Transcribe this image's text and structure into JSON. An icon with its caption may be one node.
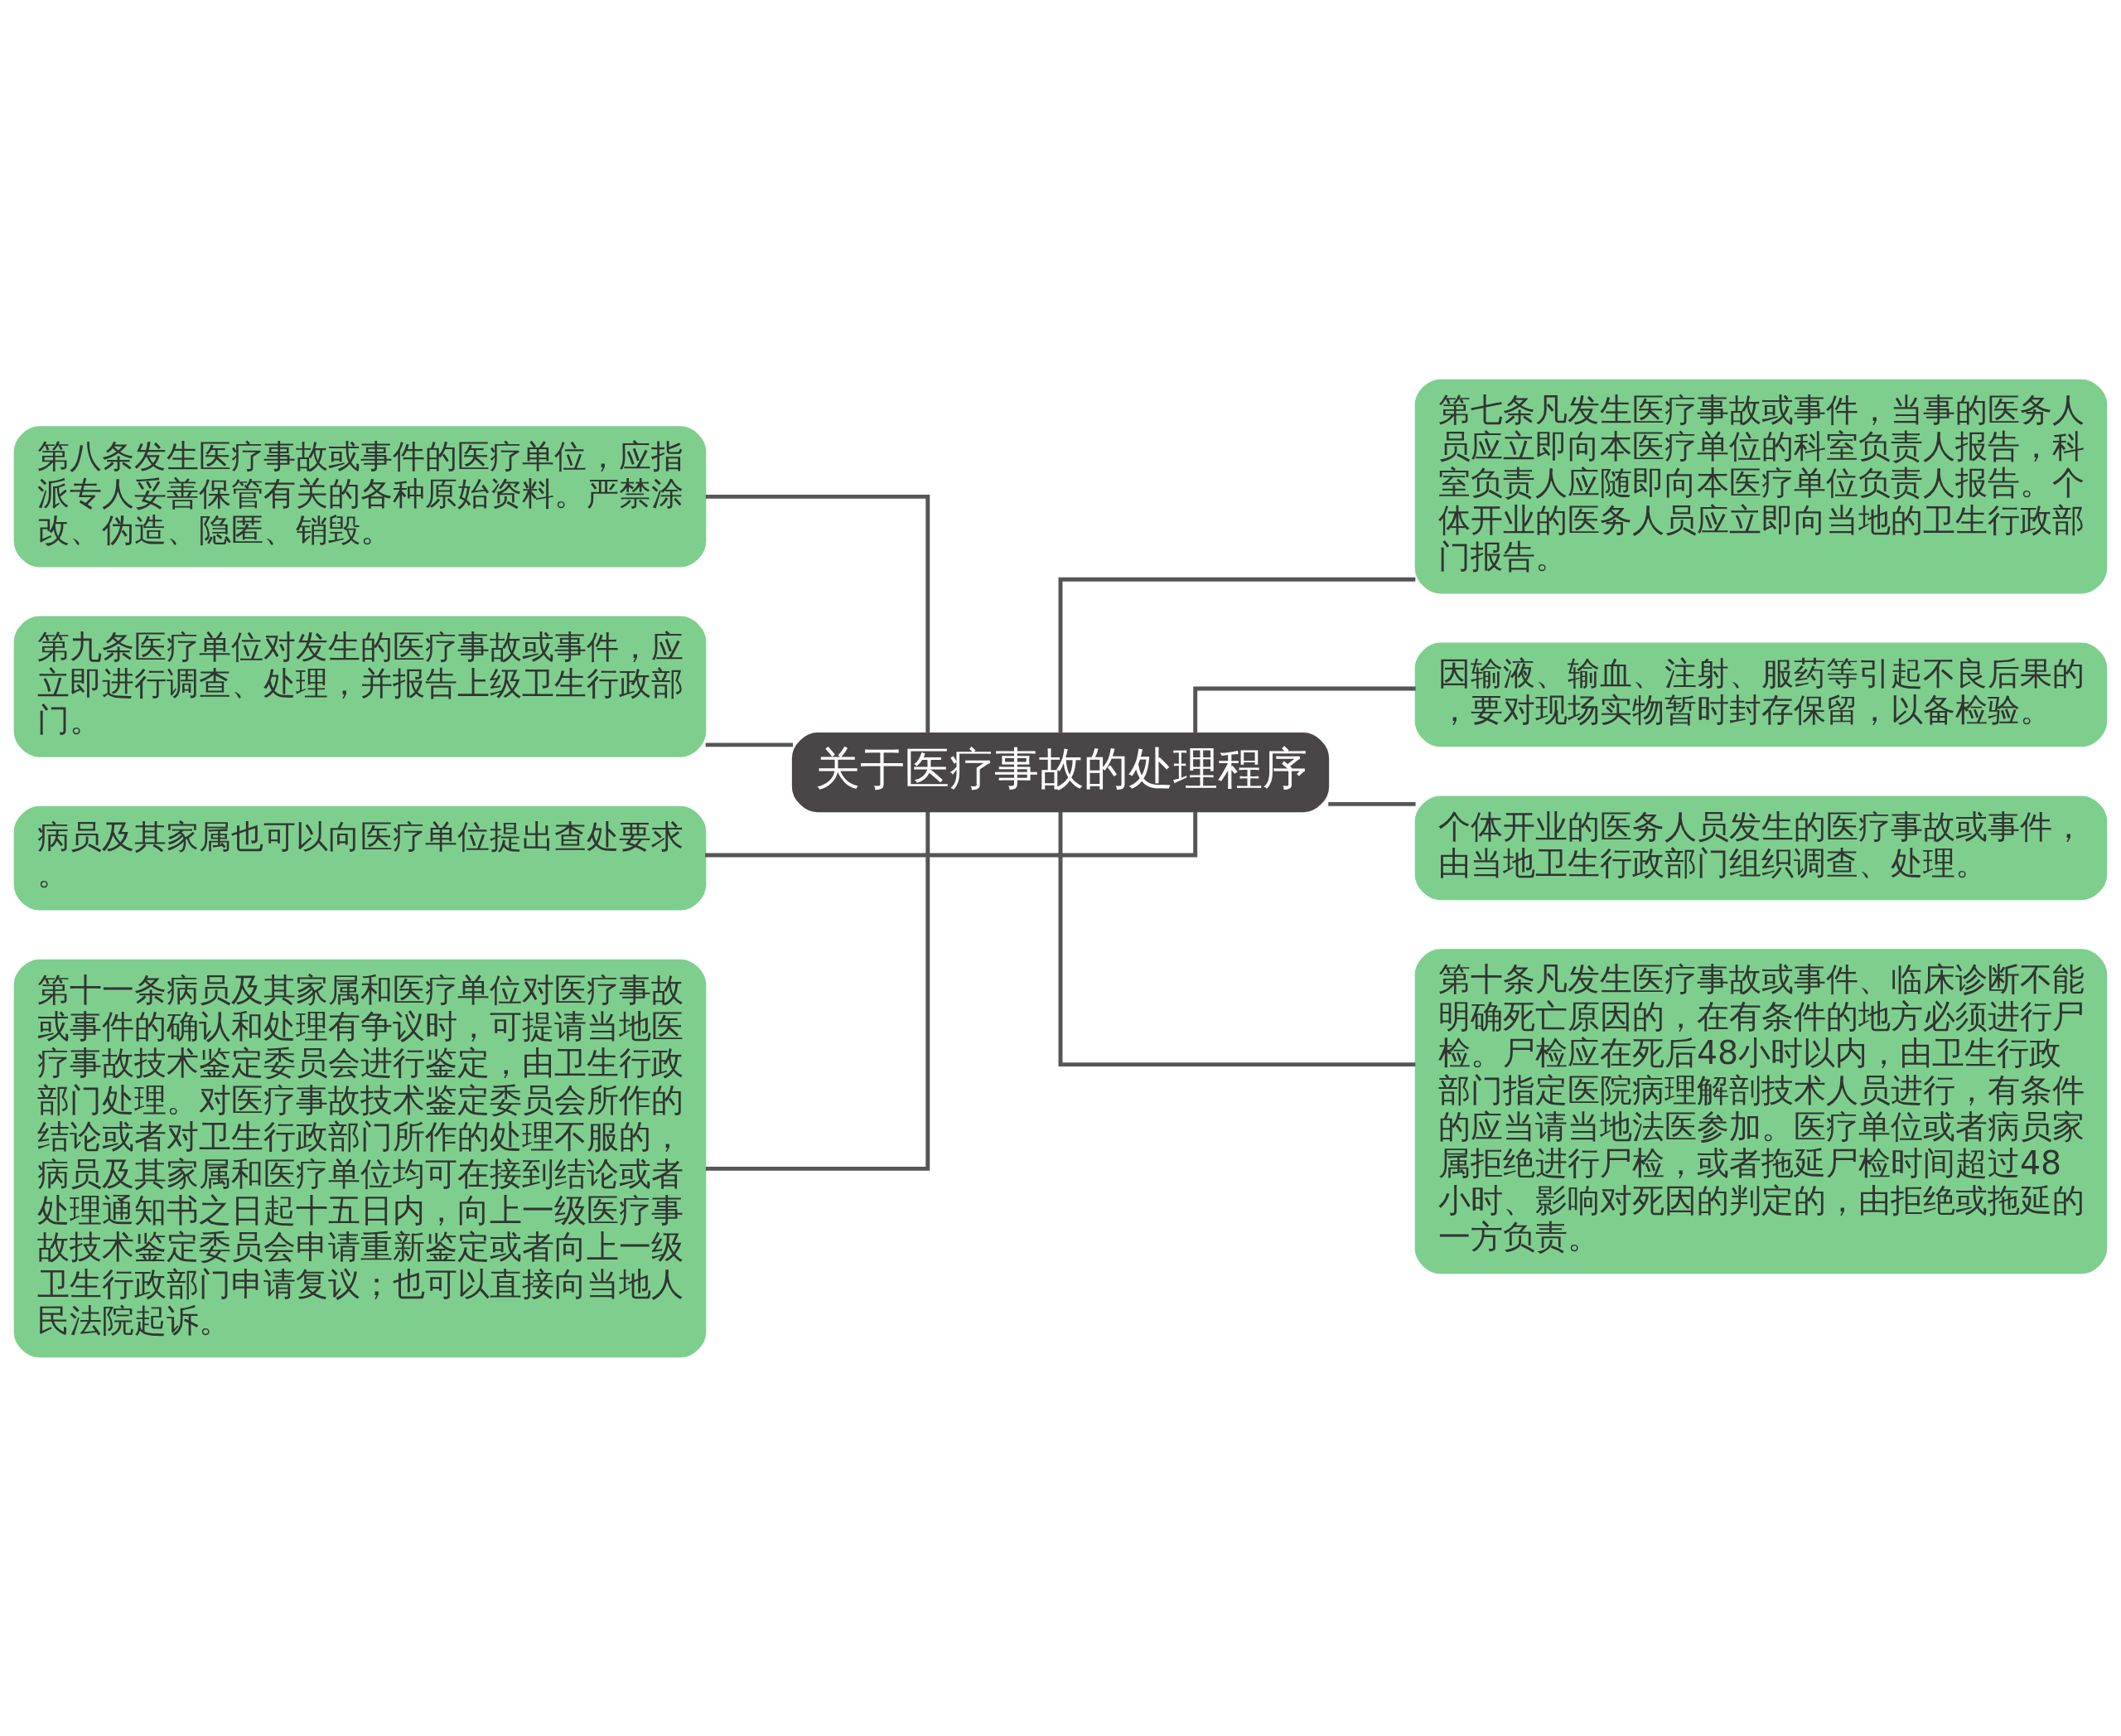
{
  "diagram": {
    "nodes": [
      {
        "text": [
          "关于医疗事故的处理程序"
        ]
      },
      {
        "text": [
          "第八条发生医疗事故或事件的医疗单位，应指派专人妥善保管有关的各种原始资料。严禁涂改、伪造、隐匿、销毁。"
        ]
      },
      {
        "text": [
          "第九条医疗单位对发生的医疗事故或事件，应立即进行调查、处理，并报告上级卫生行政部门。"
        ]
      },
      {
        "text": [
          "病员及其家属也可以向医疗单位提出查处要求。"
        ]
      },
      {
        "text": [
          "第十一条病员及其家属和医疗单位对医疗事故或事件的确认和处理有争议时，可提请当地医疗事故技术鉴定委员会进行鉴定，由卫生行政部门处理。对医疗事故技术鉴定委员会所作的结论或者对卫生行政部门所作的处理不服的，病员及其家属和医疗单位均可在接到结论或者处理通知书之日起十五日内，向上一级医疗事故技术鉴定委员会申请重新鉴定或者向上一级卫生行政部门申请复议；也可以直接向当地人民法院起诉。"
        ]
      },
      {
        "text": [
          "第七条凡发生医疗事故或事件，当事的医务人员应立即向本医疗单位的科室负责人报告，科室负责人应随即向本医疗单位负责人报告。个体开业的医务人员应立即向当地的卫生行政部门报告。"
        ]
      },
      {
        "text": [
          "因输液、输血、注射、服药等引起不良后果的，要对现场实物暂时封存保留，以备检验。"
        ]
      },
      {
        "text": [
          "个体开业的医务人员发生的医疗事故或事件，由当地卫生行政部门组织调查、处理。"
        ]
      },
      {
        "text": [
          "第十条凡发生医疗事故或事件、临床诊断不能明确死亡原因的，在有条件的地方必须进行尸检。尸检应在死后48小时以内，由卫生行政部门指定医院病理解剖技术人员进行，有条件的应当请当地法医参加。医疗单位或者病员家属拒绝进行尸检，或者拖延尸检时间超过48小时、影响对死因的判定的，由拒绝或拖延的一方负责。"
        ]
      }
    ],
    "edges": [
      {
        "from": 0,
        "to": 1,
        "arrow": "none"
      },
      {
        "from": 0,
        "to": 2,
        "arrow": "none"
      },
      {
        "from": 0,
        "to": 3,
        "arrow": "none"
      },
      {
        "from": 0,
        "to": 4,
        "arrow": "none"
      },
      {
        "from": 0,
        "to": 5,
        "arrow": "none"
      },
      {
        "from": 0,
        "to": 6,
        "arrow": "none"
      },
      {
        "from": 0,
        "to": 7,
        "arrow": "none"
      },
      {
        "from": 0,
        "to": 8,
        "arrow": "none"
      }
    ]
  }
}
